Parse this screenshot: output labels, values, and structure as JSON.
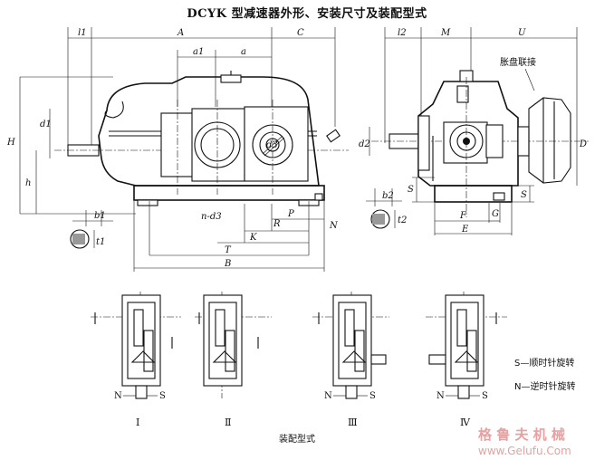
{
  "title": "DCYK 型减速器外形、安装尺寸及装配型式",
  "front_view": {
    "dims_top": [
      "l1",
      "A",
      "C"
    ],
    "dims_inner": [
      "a1",
      "a"
    ],
    "dims_left": [
      "H",
      "h",
      "d1"
    ],
    "dims_bottom": [
      "b1",
      "t1",
      "n-d3",
      "R",
      "P",
      "K",
      "N",
      "T",
      "B"
    ],
    "hole_label": "d3"
  },
  "side_view": {
    "dims_top": [
      "l2",
      "M",
      "U"
    ],
    "dims_left": [
      "d2",
      "S",
      "b2",
      "t2"
    ],
    "dims_right": [
      "D",
      "S"
    ],
    "dims_bottom": [
      "F",
      "G",
      "E"
    ],
    "callout": "胀盘联接"
  },
  "assembly": {
    "caption": "装配型式",
    "types": [
      "Ⅰ",
      "Ⅱ",
      "Ⅲ",
      "Ⅳ"
    ],
    "side_labels": [
      "N",
      "S"
    ],
    "legend": [
      "S—顺时针旋转",
      "N—逆时针旋转"
    ]
  },
  "watermark": {
    "cn": "格 鲁 夫 机 械",
    "url": "www.Gelufu.Com"
  }
}
